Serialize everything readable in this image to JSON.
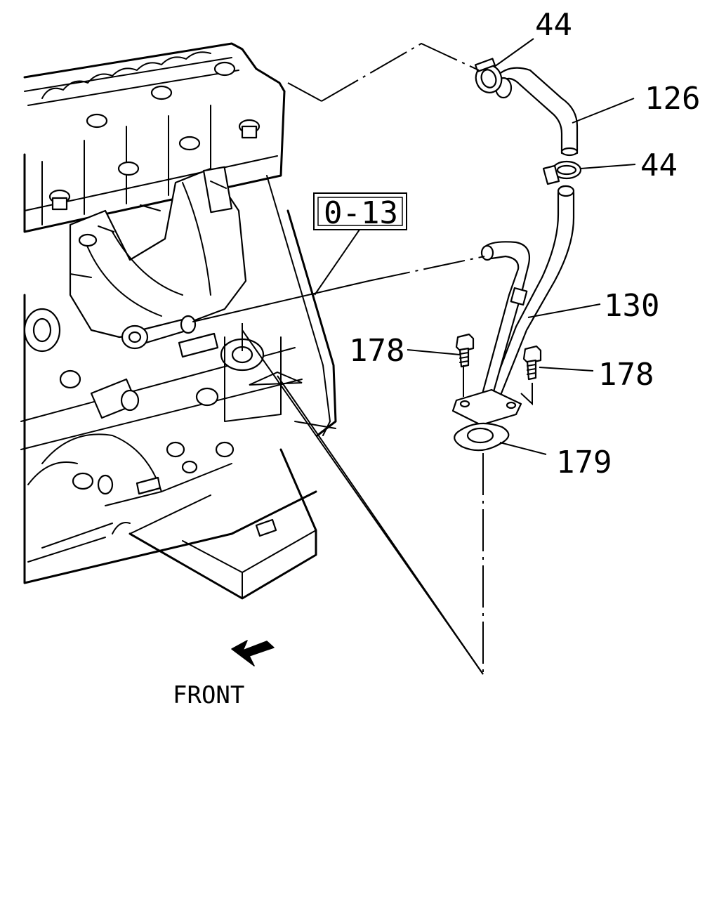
{
  "callouts": {
    "clamp_upper": "44",
    "hose_126": "126",
    "clamp_lower": "44",
    "ref_box": "0-13",
    "pipe_130": "130",
    "bolt_left": "178",
    "bolt_right": "178",
    "gasket_179": "179"
  },
  "direction": {
    "label": "FRONT"
  }
}
